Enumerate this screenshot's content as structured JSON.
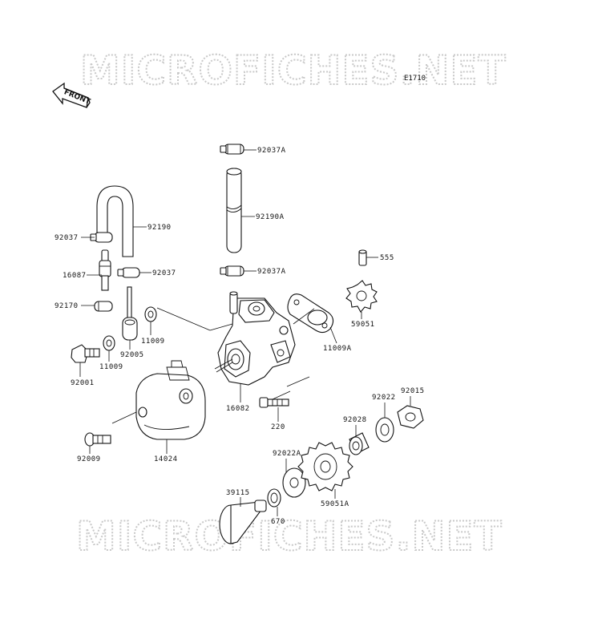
{
  "watermark": {
    "text": "MICROFICHES.NET"
  },
  "diagram_code": "E1710",
  "front_arrow": {
    "label": "FRONT"
  },
  "parts": [
    {
      "id": "p1",
      "label": "92037A"
    },
    {
      "id": "p2",
      "label": "92190A"
    },
    {
      "id": "p3",
      "label": "92037A"
    },
    {
      "id": "p4",
      "label": "92190"
    },
    {
      "id": "p5",
      "label": "92037"
    },
    {
      "id": "p6",
      "label": "16087"
    },
    {
      "id": "p7",
      "label": "92037"
    },
    {
      "id": "p8",
      "label": "92170"
    },
    {
      "id": "p9",
      "label": "11009"
    },
    {
      "id": "p10",
      "label": "92005"
    },
    {
      "id": "p11",
      "label": "11009"
    },
    {
      "id": "p12",
      "label": "92001"
    },
    {
      "id": "p13",
      "label": "555"
    },
    {
      "id": "p14",
      "label": "59051"
    },
    {
      "id": "p15",
      "label": "11009A"
    },
    {
      "id": "p16",
      "label": "16082"
    },
    {
      "id": "p17",
      "label": "220"
    },
    {
      "id": "p18",
      "label": "92015"
    },
    {
      "id": "p19",
      "label": "92022"
    },
    {
      "id": "p20",
      "label": "92028"
    },
    {
      "id": "p21",
      "label": "92022A"
    },
    {
      "id": "p22",
      "label": "14024"
    },
    {
      "id": "p23",
      "label": "92009"
    },
    {
      "id": "p24",
      "label": "59051A"
    },
    {
      "id": "p25",
      "label": "39115"
    },
    {
      "id": "p26",
      "label": "670"
    }
  ]
}
